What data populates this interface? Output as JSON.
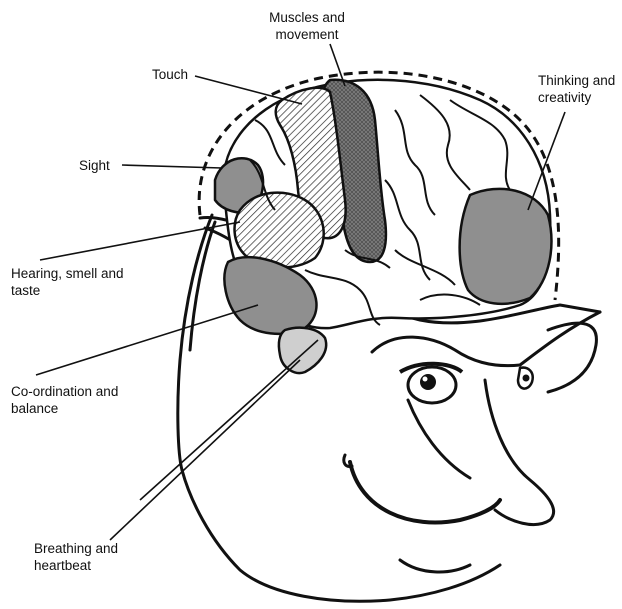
{
  "diagram": {
    "labels": [
      {
        "id": "muscles",
        "text": "Muscles and\nmovement"
      },
      {
        "id": "touch",
        "text": "Touch"
      },
      {
        "id": "thinking",
        "text": "Thinking and\ncreativity"
      },
      {
        "id": "sight",
        "text": "Sight"
      },
      {
        "id": "hearing",
        "text": "Hearing, smell and\ntaste"
      },
      {
        "id": "coordination",
        "text": "Co-ordination and\nbalance"
      },
      {
        "id": "breathing",
        "text": "Breathing and\nheartbeat"
      }
    ]
  },
  "colors": {
    "ink": "#111111",
    "fill_light": "#ffffff",
    "hatch": "#2a2a2a",
    "shade_grey": "#8f8f8f",
    "shade_dark": "#6e6e6e"
  }
}
